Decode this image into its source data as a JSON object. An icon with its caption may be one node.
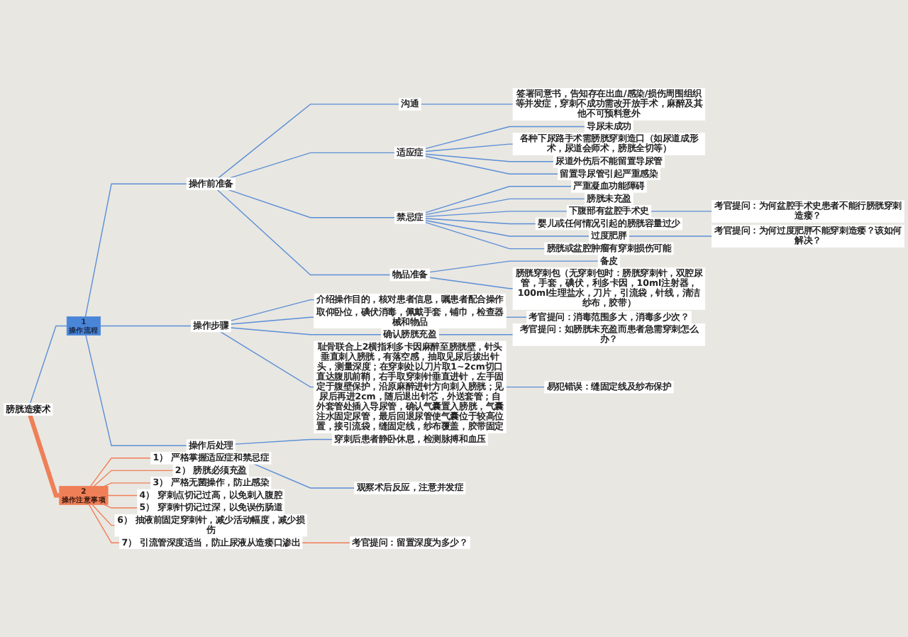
{
  "diagram": {
    "nodes": [
      {
        "text": [
          "膀胱造瘘术"
        ]
      },
      {
        "text": [
          "1",
          "操作流程"
        ]
      },
      {
        "text": [
          "操作前准备"
        ]
      },
      {
        "text": [
          "沟通"
        ]
      },
      {
        "text": [
          "签署同意书，告知存在出血/感染/损伤周围组织等并发症，穿刺不成功需改开放手术，麻醉及其他不可预料意外"
        ]
      },
      {
        "text": [
          "适应症"
        ]
      },
      {
        "text": [
          "导尿未成功"
        ]
      },
      {
        "text": [
          "各种下尿路手术需膀胱穿刺造口（如尿道成形术，尿道会师术，膀胱全切等）"
        ]
      },
      {
        "text": [
          "尿道外伤后不能留置导尿管"
        ]
      },
      {
        "text": [
          "留置导尿管引起严重感染"
        ]
      },
      {
        "text": [
          "禁忌症"
        ]
      },
      {
        "text": [
          "严重凝血功能障碍"
        ]
      },
      {
        "text": [
          "膀胱未充盈"
        ]
      },
      {
        "text": [
          "下腹部有盆腔手术史"
        ]
      },
      {
        "text": [
          "考官提问：为何盆腔手术史患者不能行膀胱穿刺造瘘？"
        ]
      },
      {
        "text": [
          "婴儿或任何情况引起的膀胱容量过少"
        ]
      },
      {
        "text": [
          "过度肥胖"
        ]
      },
      {
        "text": [
          "考官提问：为何过度肥胖不能穿刺造瘘？该如何解决？"
        ]
      },
      {
        "text": [
          "膀胱或盆腔肿瘤有穿刺损伤可能"
        ]
      },
      {
        "text": [
          "物品准备"
        ]
      },
      {
        "text": [
          "备皮"
        ]
      },
      {
        "text": [
          "膀胱穿刺包（无穿刺包时：膀胱穿刺针，双腔尿管，手套，碘伏，利多卡因，10ml注射器，100ml生理盐水，刀片，引流袋，针线，清洁纱布，胶带）"
        ]
      },
      {
        "text": [
          "操作步骤"
        ]
      },
      {
        "text": [
          "介绍操作目的，核对患者信息，嘱患者配合操作"
        ]
      },
      {
        "text": [
          "取仰卧位，碘伏消毒，佩戴手套，铺巾，检查器械和物品"
        ]
      },
      {
        "text": [
          "考官提问：消毒范围多大，消毒多少次？"
        ]
      },
      {
        "text": [
          "确认膀胱充盈"
        ]
      },
      {
        "text": [
          "考官提问：如膀胱未充盈而患者急需穿刺怎么办？"
        ]
      },
      {
        "text": [
          "耻骨联合上2横指利多卡因麻醉至膀胱壁，针头垂直刺入膀胱，有落空感，抽取见尿后拔出针头，测量深度；在穿刺处以刀片取1~2cm切口直达腹肌前鞘，右手取穿刺针垂直进针，左手固定于腹壁保护，沿原麻醉进针方向刺入膀胱；见尿后再进2cm，随后退出针芯，外送套管；自外套管处插入导尿管，确认气囊置入膀胱，气囊注水固定尿管，最后回退尿管使气囊位于较高位置，接引流袋，缝固定线，纱布覆盖，胶带固定"
        ]
      },
      {
        "text": [
          "易犯错误：缝固定线及纱布保护"
        ]
      },
      {
        "text": [
          "操作后处理"
        ]
      },
      {
        "text": [
          "穿刺后患者静卧休息，检测脉搏和血压"
        ]
      },
      {
        "text": [
          "观察术后反应，注意并发症"
        ]
      },
      {
        "text": [
          "2",
          "操作注意事项"
        ]
      },
      {
        "text": [
          "1） 严格掌握适应症和禁忌症"
        ]
      },
      {
        "text": [
          "2） 膀胱必须充盈"
        ]
      },
      {
        "text": [
          "3） 严格无菌操作，防止感染"
        ]
      },
      {
        "text": [
          "4） 穿刺点切记过高，以免刺入腹腔"
        ]
      },
      {
        "text": [
          "5） 穿刺针切记过深，以免误伤肠道"
        ]
      },
      {
        "text": [
          "6） 抽液前固定穿刺针，减少活动幅度，减少损伤"
        ]
      },
      {
        "text": [
          "7） 引流管深度适当，防止尿液从造瘘口渗出"
        ]
      },
      {
        "text": [
          "考官提问：留置深度为多少？"
        ]
      }
    ],
    "edges": [
      {
        "from": 0,
        "to": 1,
        "arrow": "none"
      },
      {
        "from": 1,
        "to": 2,
        "arrow": "none"
      },
      {
        "from": 2,
        "to": 3,
        "arrow": "none"
      },
      {
        "from": 3,
        "to": 4,
        "arrow": "none"
      },
      {
        "from": 2,
        "to": 5,
        "arrow": "none"
      },
      {
        "from": 5,
        "to": 6,
        "arrow": "none"
      },
      {
        "from": 5,
        "to": 7,
        "arrow": "none"
      },
      {
        "from": 5,
        "to": 8,
        "arrow": "none"
      },
      {
        "from": 5,
        "to": 9,
        "arrow": "none"
      },
      {
        "from": 2,
        "to": 10,
        "arrow": "none"
      },
      {
        "from": 10,
        "to": 11,
        "arrow": "none"
      },
      {
        "from": 10,
        "to": 12,
        "arrow": "none"
      },
      {
        "from": 10,
        "to": 13,
        "arrow": "none"
      },
      {
        "from": 13,
        "to": 14,
        "arrow": "none"
      },
      {
        "from": 10,
        "to": 15,
        "arrow": "none"
      },
      {
        "from": 10,
        "to": 16,
        "arrow": "none"
      },
      {
        "from": 16,
        "to": 17,
        "arrow": "none"
      },
      {
        "from": 10,
        "to": 18,
        "arrow": "none"
      },
      {
        "from": 2,
        "to": 19,
        "arrow": "none"
      },
      {
        "from": 19,
        "to": 20,
        "arrow": "none"
      },
      {
        "from": 19,
        "to": 21,
        "arrow": "none"
      },
      {
        "from": 1,
        "to": 22,
        "arrow": "none"
      },
      {
        "from": 22,
        "to": 23,
        "arrow": "none"
      },
      {
        "from": 22,
        "to": 24,
        "arrow": "none"
      },
      {
        "from": 24,
        "to": 25,
        "arrow": "none"
      },
      {
        "from": 22,
        "to": 26,
        "arrow": "none"
      },
      {
        "from": 26,
        "to": 27,
        "arrow": "none"
      },
      {
        "from": 22,
        "to": 28,
        "arrow": "none"
      },
      {
        "from": 28,
        "to": 29,
        "arrow": "none"
      },
      {
        "from": 1,
        "to": 30,
        "arrow": "none"
      },
      {
        "from": 30,
        "to": 31,
        "arrow": "none"
      },
      {
        "from": 30,
        "to": 32,
        "arrow": "none"
      },
      {
        "from": 0,
        "to": 33,
        "arrow": "none",
        "style": "thick",
        "color": "#ef7f57"
      },
      {
        "from": 33,
        "to": 34,
        "arrow": "none",
        "color": "#ef7f57"
      },
      {
        "from": 33,
        "to": 35,
        "arrow": "none",
        "color": "#ef7f57"
      },
      {
        "from": 33,
        "to": 36,
        "arrow": "none",
        "color": "#ef7f57"
      },
      {
        "from": 33,
        "to": 37,
        "arrow": "none",
        "color": "#ef7f57"
      },
      {
        "from": 33,
        "to": 38,
        "arrow": "none",
        "color": "#ef7f57"
      },
      {
        "from": 33,
        "to": 39,
        "arrow": "none",
        "color": "#ef7f57"
      },
      {
        "from": 33,
        "to": 40,
        "arrow": "none",
        "color": "#ef7f57"
      },
      {
        "from": 40,
        "to": 41,
        "arrow": "none",
        "color": "#ef7f57"
      }
    ]
  }
}
